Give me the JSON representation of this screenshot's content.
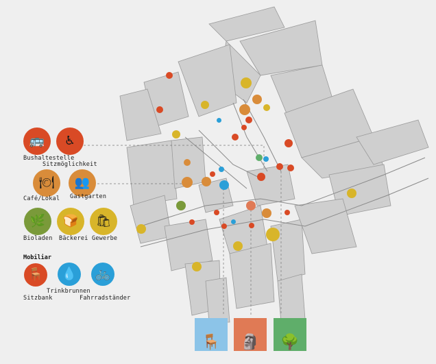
{
  "colors": {
    "red": "#d94a25",
    "orange": "#d98c3a",
    "olive": "#7a9a3a",
    "yellow": "#d8b52a",
    "blue": "#2a9fd8",
    "tile_blue": "#8cc4e8",
    "tile_orange": "#e07a55",
    "tile_green": "#5fae6a"
  },
  "legend": {
    "bus_stop": {
      "label": "Bushaltestelle",
      "icon": "bus-icon"
    },
    "seating": {
      "label": "Sitzmöglichkeit",
      "icon": "seated-person-icon"
    },
    "cafe": {
      "label": "Café/Lokal",
      "icon": "plate-cutlery-icon"
    },
    "garden": {
      "label": "Gastgarten",
      "icon": "table-people-icon"
    },
    "organic": {
      "label": "Bioladen",
      "icon": "leaf-icon"
    },
    "bakery": {
      "label": "Bäckerei",
      "icon": "bread-icon"
    },
    "trade": {
      "label": "Gewerbe",
      "icon": "shopping-bag-icon"
    },
    "furniture_heading": "Mobiliar",
    "bench": {
      "label": "Sitzbank",
      "icon": "bench-icon"
    },
    "fountain": {
      "label": "Trinkbrunnen",
      "icon": "water-drop-icon"
    },
    "bike": {
      "label": "Fahrradständer",
      "icon": "bicycle-icon"
    }
  },
  "photo_tiles": [
    {
      "icon": "bench-scene-icon"
    },
    {
      "icon": "monument-icon"
    },
    {
      "icon": "tree-icon"
    }
  ]
}
